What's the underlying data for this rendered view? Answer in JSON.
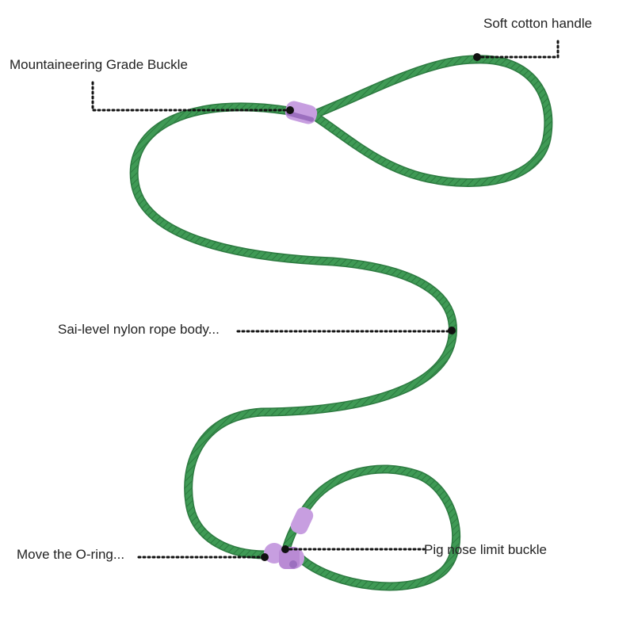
{
  "labels": {
    "handle": "Soft cotton handle",
    "buckle": "Mountaineering Grade Buckle",
    "rope": "Sai-level nylon rope body...",
    "oring": "Move the O-ring...",
    "pig_nose": "Pig nose limit buckle"
  },
  "colors": {
    "background": "#ffffff",
    "rope": "#3f9a55",
    "rope_highlight": "#5cb870",
    "rope_shadow": "#2c7a40",
    "buckle": "#c79ee0",
    "buckle_shadow": "#9c6fbf",
    "leader": "#111111",
    "text": "#222222"
  },
  "icons": {
    "marker": "dot-marker",
    "leader": "dotted-leader-line"
  }
}
